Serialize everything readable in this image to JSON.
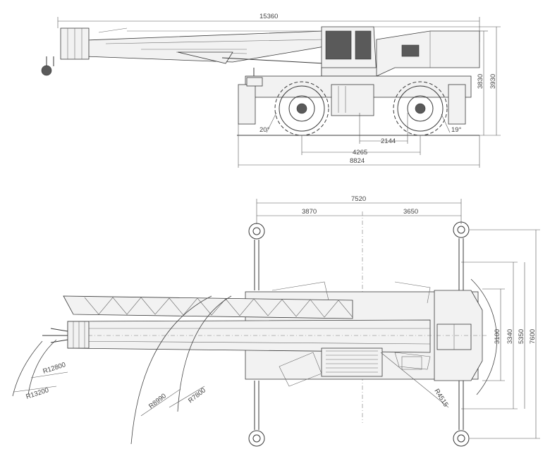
{
  "side_view": {
    "overall_length": "15360",
    "height_cab": "3830",
    "height_total": "3930",
    "angle_front": "20°",
    "angle_rear": "19°",
    "wheelbase_inner": "2144",
    "wheelbase": "4265",
    "carrier_length": "8824"
  },
  "top_view": {
    "outrigger_longitudinal": "7520",
    "front_half": "3870",
    "rear_half": "3650",
    "width_body": "3100",
    "outrigger_mid": "3340",
    "outrigger_partial": "5350",
    "outrigger_full": "7600",
    "radius_tail": "R4515",
    "radius_1": "R7800",
    "radius_2": "R8990",
    "radius_3": "R12800",
    "radius_4": "R13200"
  },
  "colors": {
    "line": "#3a3a3a",
    "background": "#ffffff",
    "dark_fill": "#5a5a5a"
  }
}
